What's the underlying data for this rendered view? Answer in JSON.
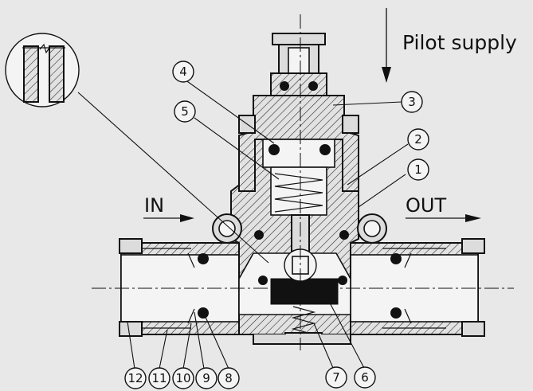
{
  "labels": {
    "pilot_supply": "Pilot supply",
    "in": "IN",
    "out": "OUT"
  },
  "callouts": [
    "1",
    "2",
    "3",
    "4",
    "5",
    "6",
    "7",
    "8",
    "9",
    "10",
    "11",
    "12"
  ],
  "colors": {
    "line": "#111111",
    "background": "#e8e8e8"
  }
}
